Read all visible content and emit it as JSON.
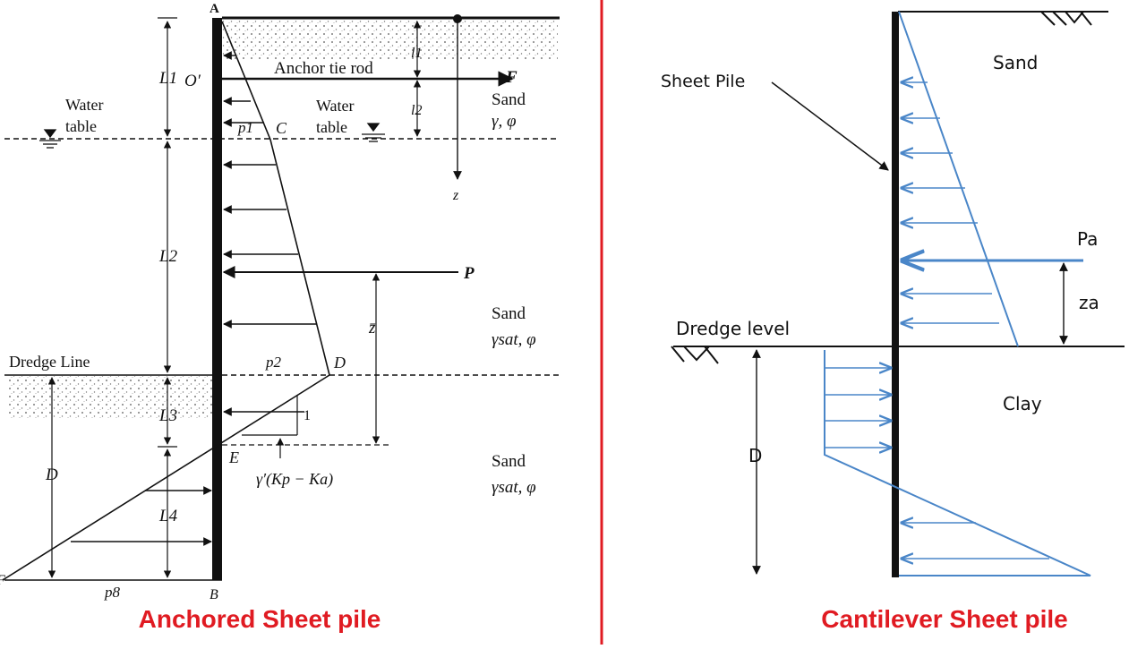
{
  "left_panel": {
    "caption": "Anchored Sheet pile",
    "points": {
      "A": "A",
      "B": "B",
      "C": "C",
      "D": "D",
      "E": "E",
      "O": "O′",
      "F_force": "F",
      "F_corner": "F"
    },
    "labels": {
      "anchor_tie_rod": "Anchor tie rod",
      "water_left_1": "Water",
      "water_left_2": "table",
      "water_right_1": "Water",
      "water_right_2": "table",
      "sand_top_1": "Sand",
      "sand_top_2": "γ, φ",
      "sand_mid_1": "Sand",
      "sand_mid_2": "γsat, φ",
      "sand_bot_1": "Sand",
      "sand_bot_2": "γsat, φ",
      "dredge_line": "Dredge Line",
      "z_axis": "z",
      "P": "P",
      "zbar": "z̄",
      "slope_one": "1",
      "slope_expr": "γ′(Kp − Ka)"
    },
    "dims": {
      "L1": "L1",
      "L2": "L2",
      "L3": "L3",
      "L4": "L4",
      "D": "D",
      "l1": "l1",
      "l2": "l2"
    },
    "pressures": {
      "p1": "p1",
      "p2": "p2",
      "p8": "p8"
    }
  },
  "right_panel": {
    "caption": "Cantilever Sheet pile",
    "labels": {
      "sheet_pile": "Sheet Pile",
      "sand": "Sand",
      "clay": "Clay",
      "dredge_level": "Dredge level",
      "Pa": "Pa",
      "za": "za",
      "D": "D"
    }
  },
  "colors": {
    "caption": "#e01b22",
    "divider": "#e01b22",
    "pressure_blue": "#4a86c8",
    "ink": "#111111"
  }
}
